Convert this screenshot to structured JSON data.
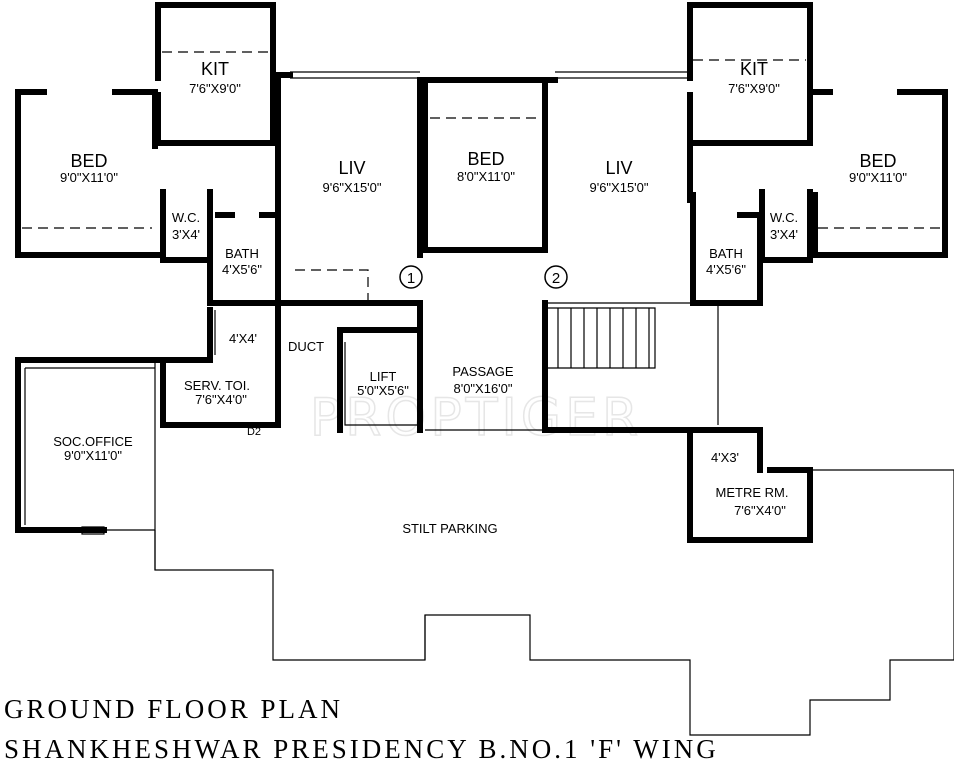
{
  "watermark": "PROPTIGER",
  "rooms": {
    "kit_left": {
      "name": "KIT",
      "size": "7'6\"X9'0\""
    },
    "kit_right": {
      "name": "KIT",
      "size": "7'6\"X9'0\""
    },
    "bed_left": {
      "name": "BED",
      "size": "9'0\"X11'0\""
    },
    "bed_center": {
      "name": "BED",
      "size": "8'0\"X11'0\""
    },
    "bed_right": {
      "name": "BED",
      "size": "9'0\"X11'0\""
    },
    "liv_left": {
      "name": "LIV",
      "size": "9'6\"X15'0\""
    },
    "liv_right": {
      "name": "LIV",
      "size": "9'6\"X15'0\""
    },
    "wc_left": {
      "name": "W.C.",
      "size": "3'X4'"
    },
    "wc_right": {
      "name": "W.C.",
      "size": "3'X4'"
    },
    "bath_left": {
      "name": "BATH",
      "size": "4'X5'6\""
    },
    "bath_right": {
      "name": "BATH",
      "size": "4'X5'6\""
    },
    "serv_small": {
      "size": "4'X4'"
    },
    "duct": {
      "name": "DUCT"
    },
    "lift": {
      "name": "LIFT",
      "size": "5'0\"X5'6\""
    },
    "passage": {
      "name": "PASSAGE",
      "size": "8'0\"X16'0\""
    },
    "serv_toi": {
      "name": "SERV. TOI.",
      "size": "7'6\"X4'0\""
    },
    "d2": {
      "name": "D2"
    },
    "soc_office": {
      "name": "SOC.OFFICE",
      "size": "9'0\"X11'0\""
    },
    "stilt": {
      "name": "STILT PARKING"
    },
    "metre_small": {
      "size": "4'X3'"
    },
    "metre_rm": {
      "name": "METRE RM.",
      "size": "7'6\"X4'0\""
    }
  },
  "flat_markers": [
    "1",
    "2"
  ],
  "titles": {
    "line1": "GROUND FLOOR PLAN",
    "line2": "SHANKHESHWAR PRESIDENCY B.NO.1 'F' WING"
  }
}
